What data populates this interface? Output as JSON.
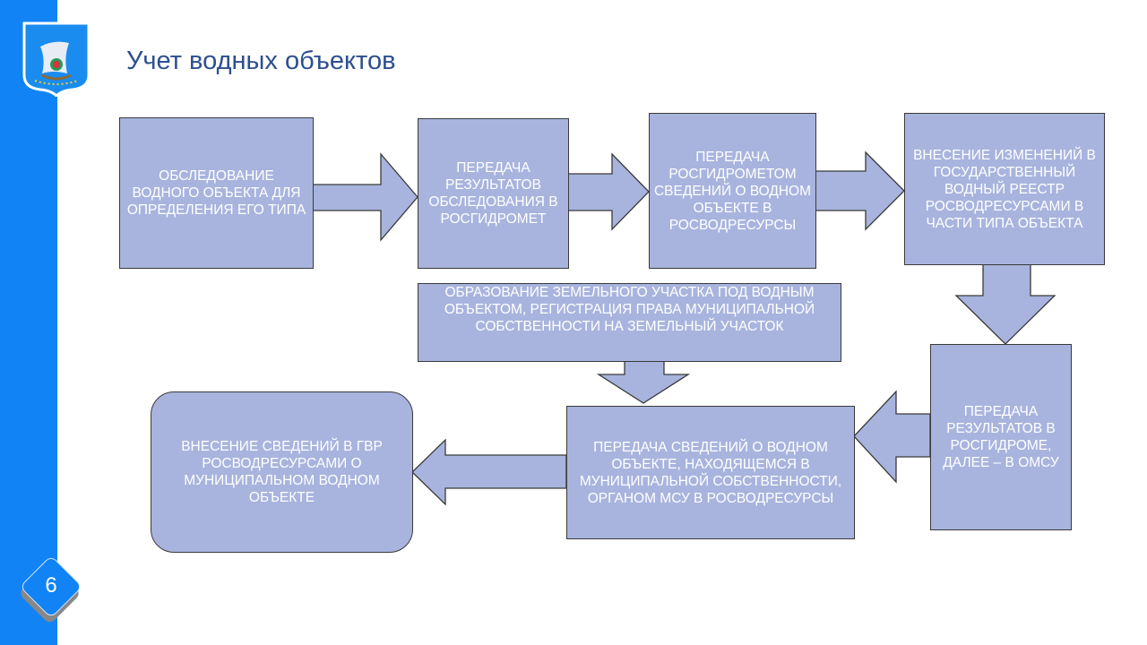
{
  "title": "Учет водных объектов",
  "page_number": "6",
  "steps": {
    "s1": "ОБСЛЕДОВАНИЕ ВОДНОГО ОБЪЕКТА ДЛЯ ОПРЕДЕЛЕНИЯ ЕГО ТИПА",
    "s2": "ПЕРЕДАЧА РЕЗУЛЬТАТОВ ОБСЛЕДОВАНИЯ В РОСГИДРОМЕТ",
    "s3": "ПЕРЕДАЧА РОСГИДРОМЕТОМ СВЕДЕНИЙ О ВОДНОМ ОБЪЕКТЕ В РОСВОДРЕСУРСЫ",
    "s4": "ВНЕСЕНИЕ ИЗМЕНЕНИЙ В ГОСУДАРСТВЕННЫЙ ВОДНЫЙ РЕЕСТР РОСВОДРЕСУРСАМИ В ЧАСТИ ТИПА ОБЪЕКТА",
    "s5": "ПЕРЕДАЧА РЕЗУЛЬТАТОВ В РОСГИДРОМЕ, ДАЛЕЕ – В ОМСУ",
    "s6": "ПЕРЕДАЧА СВЕДЕНИЙ О ВОДНОМ ОБЪЕКТЕ, НАХОДЯЩЕМСЯ В МУНИЦИПАЛЬНОЙ СОБСТВЕННОСТИ, ОРГАНОМ МСУ В РОСВОДРЕСУРСЫ",
    "s7": "ОБРАЗОВАНИЕ ЗЕМЕЛЬНОГО УЧАСТКА ПОД ВОДНЫМ ОБЪЕКТОМ, РЕГИСТРАЦИЯ ПРАВА МУНИЦИПАЛЬНОЙ СОБСТВЕННОСТИ НА ЗЕМЕЛЬНЫЙ УЧАСТОК",
    "s8": "ВНЕСЕНИЕ СВЕДЕНИЙ В ГВР РОСВОДРЕСУРСАМИ О МУНИЦИПАЛЬНОМ ВОДНОМ ОБЪЕКТЕ"
  },
  "colors": {
    "sidebar": "#1283f5",
    "box": "#a8b4de",
    "title": "#2d4f8f"
  }
}
